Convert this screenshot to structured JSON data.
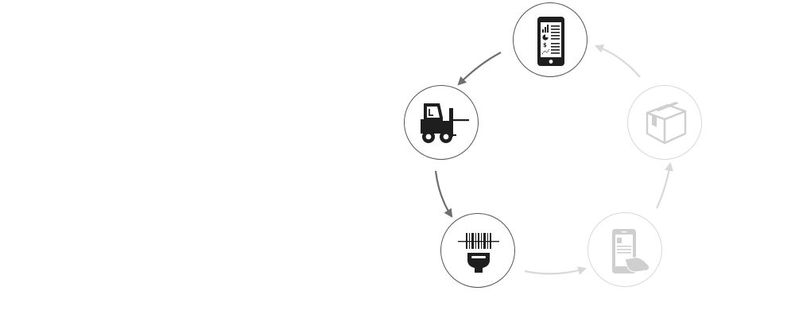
{
  "diagram": {
    "type": "cycle",
    "colors": {
      "active": "#555555",
      "active_arrow": "#6e6e6e",
      "faded": "#d8d8d8",
      "faded_icon": "#cfcfcf"
    },
    "nodes": [
      {
        "id": "tablet-report",
        "icon": "tablet-report-icon",
        "state": "active"
      },
      {
        "id": "forklift",
        "icon": "forklift-icon",
        "state": "active"
      },
      {
        "id": "barcode-scanner",
        "icon": "barcode-scanner-icon",
        "state": "active"
      },
      {
        "id": "mobile-order",
        "icon": "mobile-hand-icon",
        "state": "faded"
      },
      {
        "id": "package",
        "icon": "package-box-icon",
        "state": "faded"
      }
    ],
    "arrows": [
      {
        "from": "tablet-report",
        "to": "forklift",
        "state": "active"
      },
      {
        "from": "forklift",
        "to": "barcode-scanner",
        "state": "active"
      },
      {
        "from": "barcode-scanner",
        "to": "mobile-order",
        "state": "faded"
      },
      {
        "from": "mobile-order",
        "to": "package",
        "state": "faded"
      },
      {
        "from": "package",
        "to": "tablet-report",
        "state": "faded"
      }
    ]
  }
}
